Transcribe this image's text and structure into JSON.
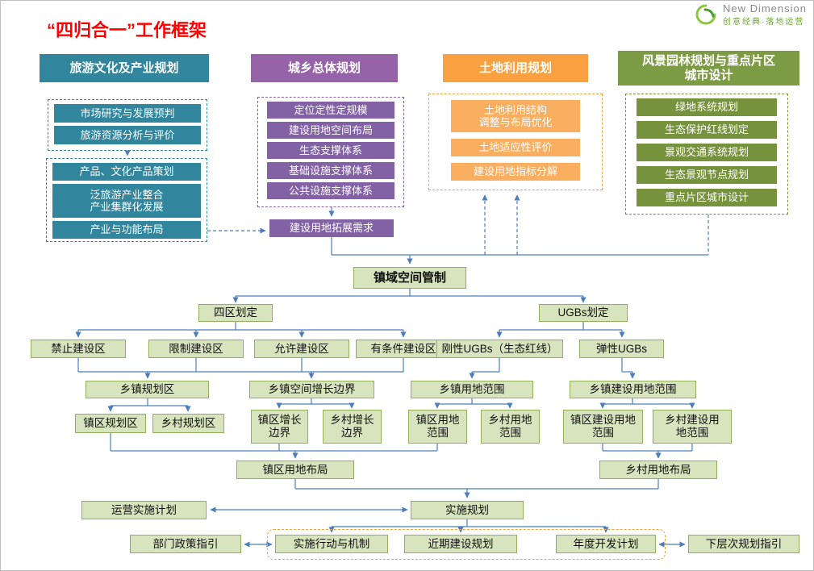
{
  "page": {
    "title": "“四归合一”工作框架"
  },
  "logo": {
    "name": "New Dimension",
    "tagline": "创意经典·落地运营"
  },
  "columns": {
    "tourism": {
      "header": "旅游文化及产业规划",
      "group1": [
        "市场研究与发展预判",
        "旅游资源分析与评价"
      ],
      "group2": [
        "产品、文化产品策划",
        "泛旅游产业整合\n产业集群化发展",
        "产业与功能布局"
      ]
    },
    "urban": {
      "header": "城乡总体规划",
      "items": [
        "定位定性定规模",
        "建设用地空间布局",
        "生态支撑体系",
        "基础设施支撑体系",
        "公共设施支撑体系"
      ],
      "outcome": "建设用地拓展需求"
    },
    "land": {
      "header": "土地利用规划",
      "items": [
        "土地利用结构\n调整与布局优化",
        "土地适应性评价",
        "建设用地指标分解"
      ]
    },
    "landscape": {
      "header": "风景园林规划与重点片区\n城市设计",
      "items": [
        "绿地系统规划",
        "生态保护红线划定",
        "景观交通系统规划",
        "生态景观节点规划",
        "重点片区城市设计"
      ]
    }
  },
  "flow": {
    "control": "镇域空间管制",
    "four_zones": "四区划定",
    "ugbs": "UGBs划定",
    "zones": [
      "禁止建设区",
      "限制建设区",
      "允许建设区",
      "有条件建设区"
    ],
    "ugb_types": [
      "刚性UGBs（生态红线）",
      "弹性UGBs"
    ],
    "township": [
      "乡镇规划区",
      "乡镇空间增长边界",
      "乡镇用地范围",
      "乡镇建设用地范围"
    ],
    "sub": [
      "镇区规划区",
      "乡村规划区",
      "镇区增长\n边界",
      "乡村增长\n边界",
      "镇区用地\n范围",
      "乡村用地\n范围",
      "镇区建设用地\n范围",
      "乡村建设用\n地范围"
    ],
    "town_layout": "镇区用地布局",
    "village_layout": "乡村用地布局",
    "operation_plan": "运营实施计划",
    "implementation_plan": "实施规划",
    "bottom": [
      "部门政策指引",
      "实施行动与机制",
      "近期建设规划",
      "年度开发计划",
      "下层次规划指引"
    ]
  },
  "colors": {
    "title_red": "#FF0000",
    "teal": "#31859C",
    "purple_header": "#9663A9",
    "purple_item": "#8262A5",
    "orange_header": "#F9A140",
    "orange_item": "#FAAE5F",
    "olive_header": "#7D9B44",
    "olive_item": "#76923D",
    "green_box_bg": "#D7E4BD",
    "green_box_border": "#94AF5A",
    "arrow_blue": "#4C7EBB",
    "logo_green": "#70AD47"
  }
}
